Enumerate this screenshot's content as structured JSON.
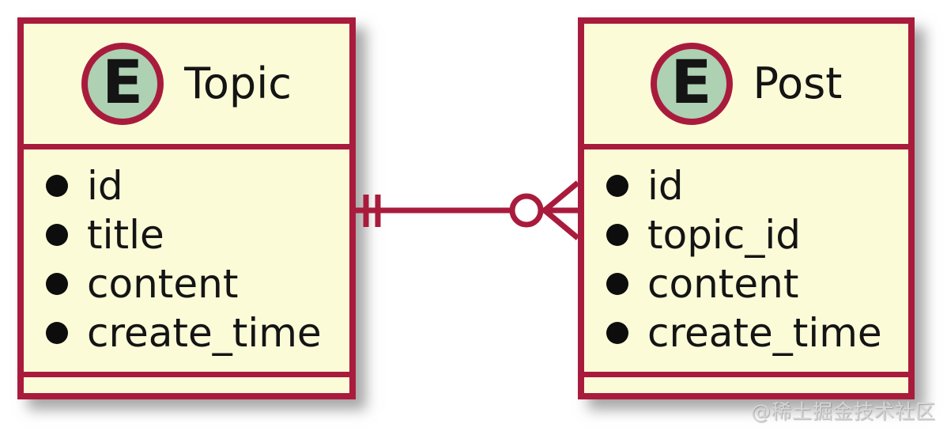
{
  "diagram": {
    "type": "entity-relationship",
    "entities": [
      {
        "stereotype_letter": "E",
        "name": "Topic",
        "fields": [
          "id",
          "title",
          "content",
          "create_time"
        ]
      },
      {
        "stereotype_letter": "E",
        "name": "Post",
        "fields": [
          "id",
          "topic_id",
          "content",
          "create_time"
        ]
      }
    ],
    "relationship": {
      "from": "Topic",
      "to": "Post",
      "from_marker": "exactly-one",
      "to_marker": "zero-or-many"
    },
    "watermark": "@稀土掘金技术社区",
    "colors": {
      "line": "#A91B3C",
      "entity_fill": "#FBFBD8",
      "stereotype_circle_fill": "#ADD1B2",
      "text": "#141414",
      "watermark_text": "#D6D6D6"
    }
  }
}
